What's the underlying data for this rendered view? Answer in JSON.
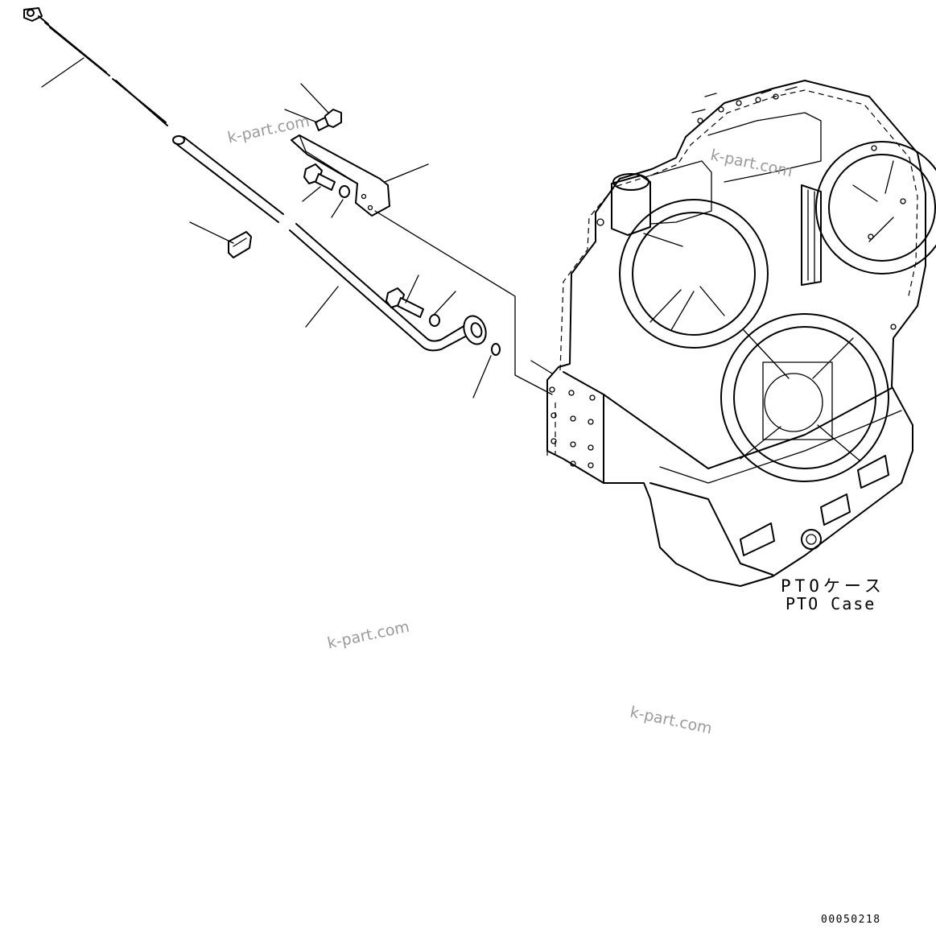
{
  "figure": {
    "case_label_jp": "PTOケース",
    "case_label_en": "PTO Case",
    "drawing_number": "00050218"
  },
  "watermarks": [
    "k-part.com",
    "k-part.com",
    "k-part.com",
    "k-part.com"
  ]
}
